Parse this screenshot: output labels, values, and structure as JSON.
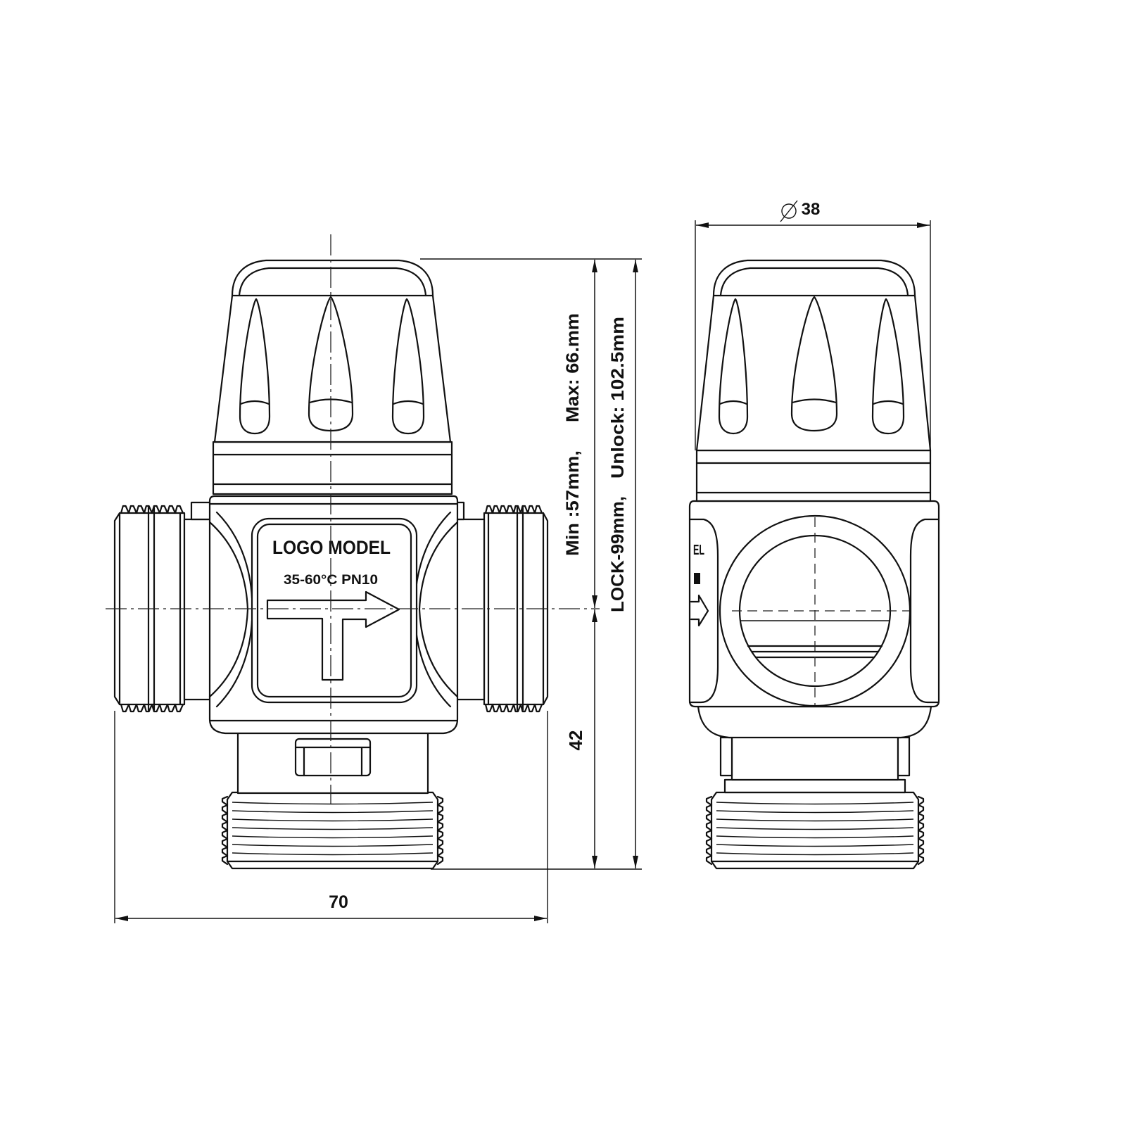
{
  "front_view": {
    "label_plate": {
      "title": "LOGO MODEL",
      "spec": "35-60°C PN10"
    }
  },
  "side_view": {
    "label_fragment": "EL"
  },
  "dimensions": {
    "min_height": "Min :57mm,",
    "max_height": "Max: 66.mm",
    "lock_height": "LOCK-99mm,",
    "unlock_height": "Unlock: 102.5mm",
    "outlet_height": "42",
    "overall_width": "70",
    "knob_diameter": "38"
  },
  "colors": {
    "line": "#111111",
    "background": "#ffffff"
  }
}
